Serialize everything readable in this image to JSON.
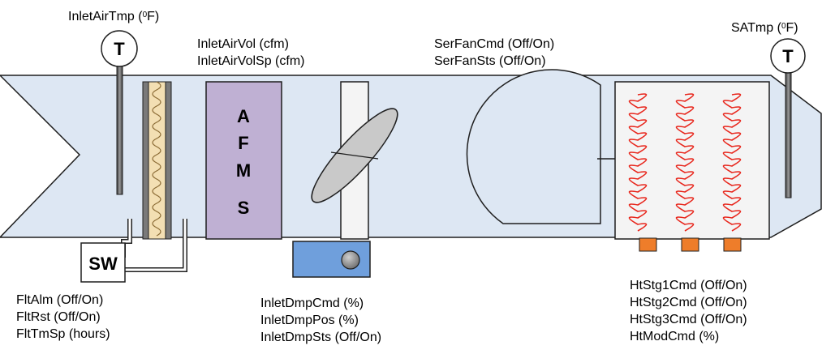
{
  "inlet_temp": {
    "label": "InletAirTmp (",
    "sup": "0",
    "unit": "F)"
  },
  "supply_temp": {
    "label": "SATmp (",
    "sup": "0",
    "unit": "F)"
  },
  "sensor_symbol": "T",
  "switch_symbol": "SW",
  "afms": {
    "letters": [
      "A",
      "F",
      "M",
      "S"
    ]
  },
  "airflow_labels": [
    "InletAirVol (cfm)",
    "InletAirVolSp (cfm)"
  ],
  "fan_labels": [
    "SerFanCmd (Off/On)",
    "SerFanSts (Off/On)"
  ],
  "filter_labels": [
    "FltAlm (Off/On)",
    "FltRst (Off/On)",
    "FltTmSp (hours)"
  ],
  "damper_labels": [
    "InletDmpCmd (%)",
    "InletDmpPos (%)",
    "InletDmpSts (Off/On)"
  ],
  "heater_labels": [
    "HtStg1Cmd (Off/On)",
    "HtStg2Cmd (Off/On)",
    "HtStg3Cmd (Off/On)",
    "HtModCmd (%)"
  ],
  "colors": {
    "duct": "#dde7f3",
    "afms": "#bfb0d3",
    "actuator": "#6f9fdc",
    "coil": "#e8261c",
    "heater_terminal": "#ee7d2a",
    "filter_media": "#f3dfb3"
  }
}
